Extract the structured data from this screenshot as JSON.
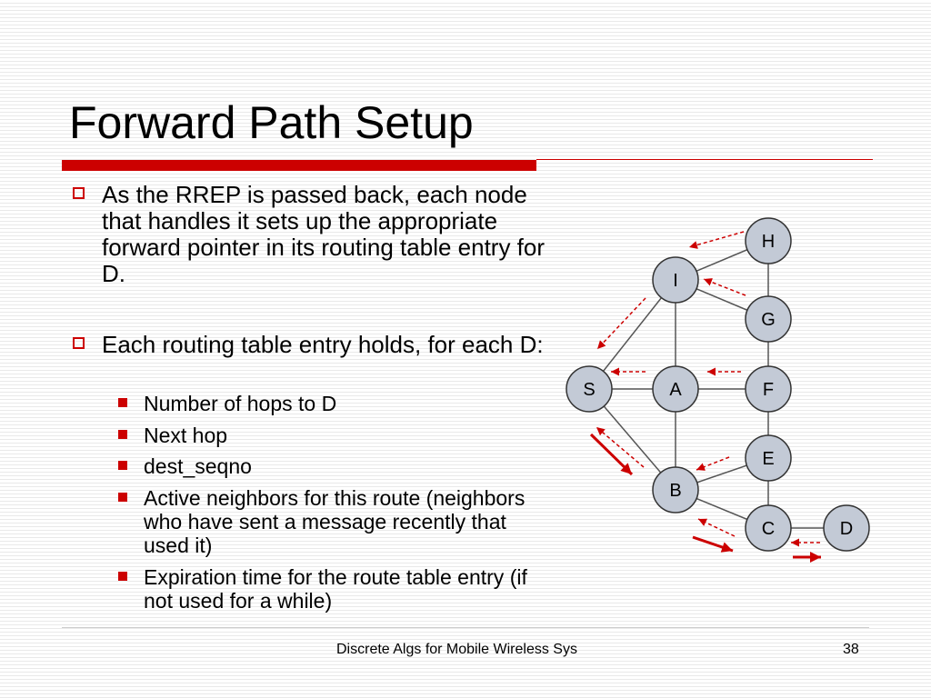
{
  "slide": {
    "title": "Forward Path Setup",
    "bullets": [
      {
        "text": "As the RREP is passed back, each node that handles it sets up the appropriate forward pointer in its routing table entry for D.",
        "subbullets": []
      },
      {
        "text": "Each routing table entry holds, for each D:",
        "subbullets": [
          "Number of hops to D",
          "Next hop",
          "dest_seqno",
          "Active neighbors for this route (neighbors who have sent a message recently that used it)",
          "Expiration time for the route table entry (if not used for a while)"
        ]
      }
    ],
    "footer": "Discrete Algs for Mobile Wireless Sys",
    "page_number": "38"
  },
  "diagram": {
    "nodes": [
      "H",
      "I",
      "G",
      "S",
      "A",
      "F",
      "E",
      "B",
      "C",
      "D"
    ],
    "edges": [
      [
        "S",
        "I"
      ],
      [
        "S",
        "A"
      ],
      [
        "S",
        "B"
      ],
      [
        "I",
        "H"
      ],
      [
        "I",
        "G"
      ],
      [
        "I",
        "A"
      ],
      [
        "A",
        "F"
      ],
      [
        "A",
        "B"
      ],
      [
        "H",
        "G"
      ],
      [
        "G",
        "F"
      ],
      [
        "F",
        "E"
      ],
      [
        "E",
        "B"
      ],
      [
        "E",
        "C"
      ],
      [
        "B",
        "C"
      ],
      [
        "C",
        "D"
      ]
    ],
    "node_fill": "#c3cad6",
    "edge_color": "#555555",
    "arrow_color": "#cc0000"
  }
}
